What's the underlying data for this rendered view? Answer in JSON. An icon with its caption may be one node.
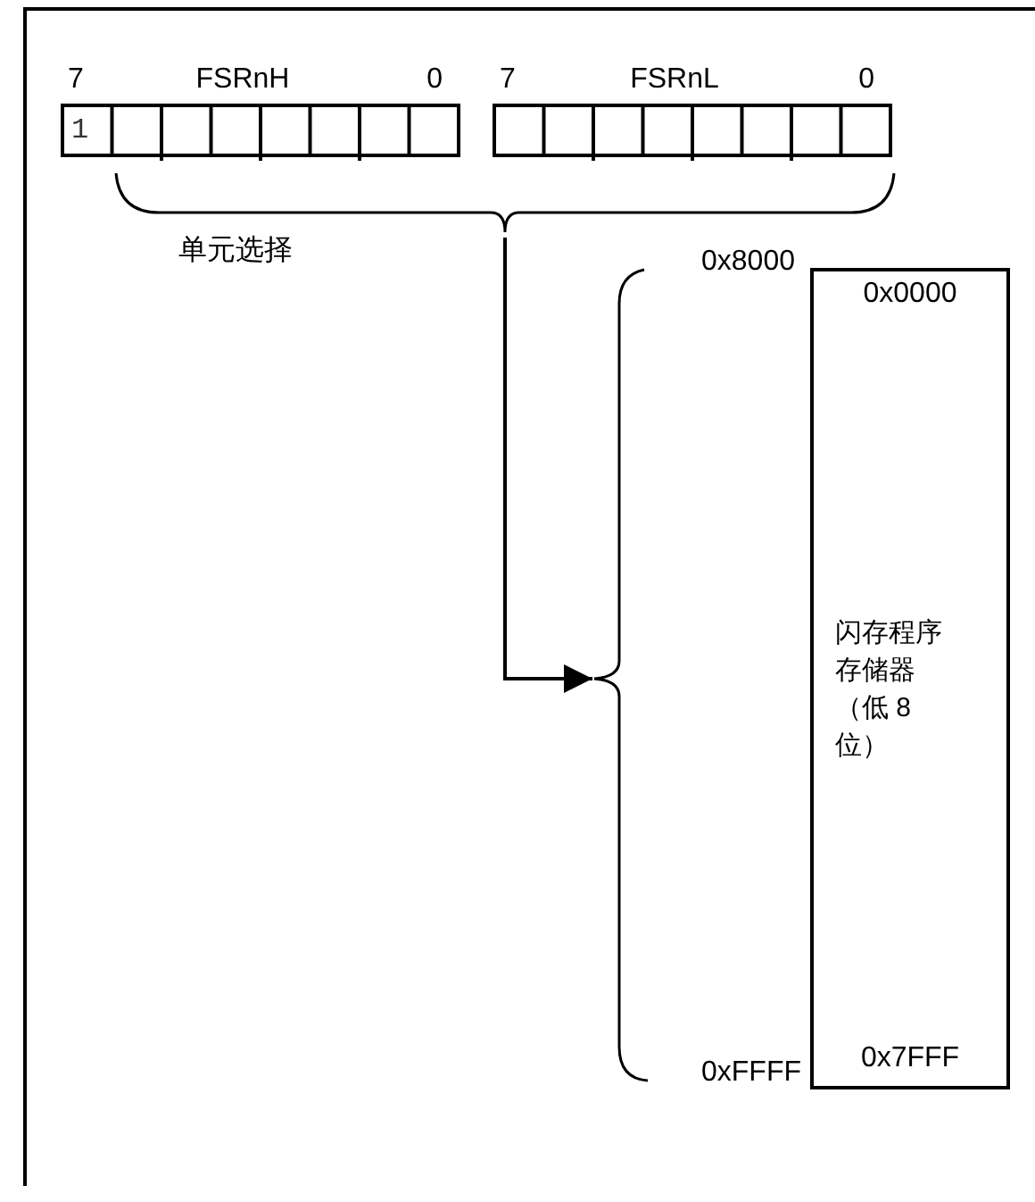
{
  "diagram": {
    "nodes": [
      {
        "text": [
          "1"
        ],
        "beside": [
          "7",
          "FSRnH",
          "0"
        ]
      },
      {
        "text": [],
        "shape": "box",
        "beside": [
          "7",
          "FSRnL",
          "0"
        ]
      },
      {
        "text": [],
        "shape": "brace",
        "beside": [
          "单元选择"
        ]
      },
      {
        "text": [],
        "shape": "brace"
      },
      {
        "text": [
          "0x0000",
          "闪存程序存储器（低 8 位）",
          "0x7FFF"
        ]
      }
    ],
    "edges": [
      {
        "from": 2,
        "to": 3,
        "arrow": "to"
      }
    ],
    "labels": [
      "0x8000",
      "0xFFFF"
    ]
  }
}
